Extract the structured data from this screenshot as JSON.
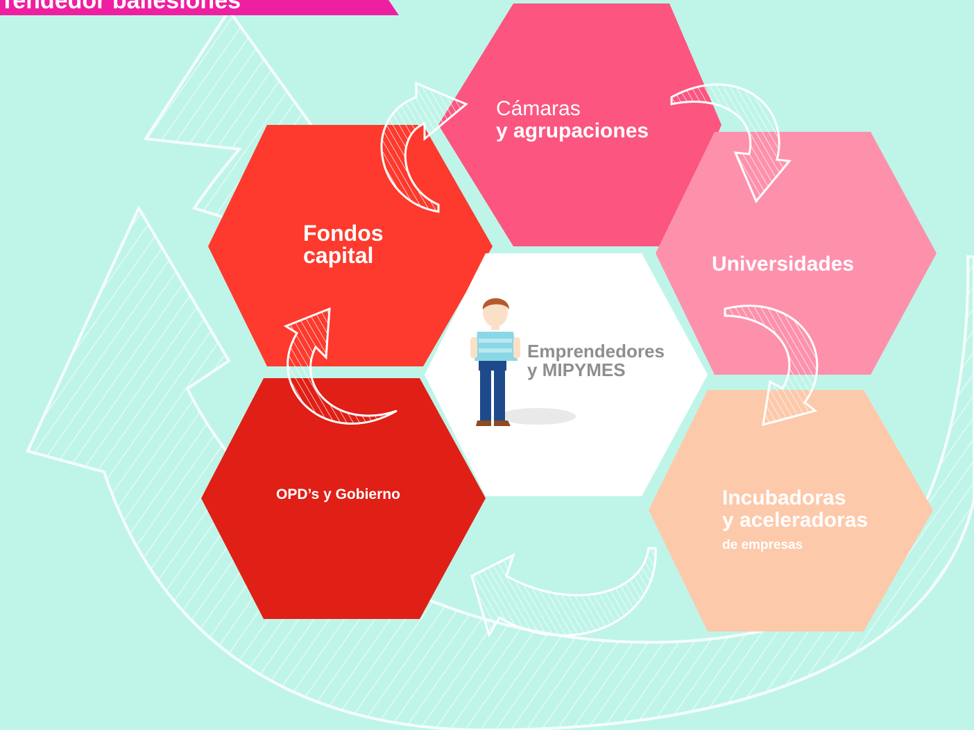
{
  "banner": {
    "text": "Tendedor ballesiones"
  },
  "nodes": {
    "camaras": {
      "line1": "Cámaras",
      "line2": "y agrupaciones"
    },
    "fondos": {
      "line1": "Fondos",
      "line2": "capital"
    },
    "universidades": {
      "line1": "Universidades"
    },
    "incubadoras": {
      "line1": "Incubadoras",
      "line2": "y aceleradoras",
      "line3": "de empresas"
    },
    "opds": {
      "line1": "OPD’s y Gobierno"
    },
    "center": {
      "line1": "Emprendedores",
      "line2": "y MIPYMES"
    }
  },
  "colors": {
    "background": "#bff5e8",
    "banner": "#ee1fa0",
    "camaras": "#fb5580",
    "fondos": "#fd3a2d",
    "universidades": "#fd91ac",
    "incubadoras": "#fdc9ab",
    "opds": "#e01f16",
    "center": "#ffffff",
    "center_text": "#8e8e8e"
  }
}
